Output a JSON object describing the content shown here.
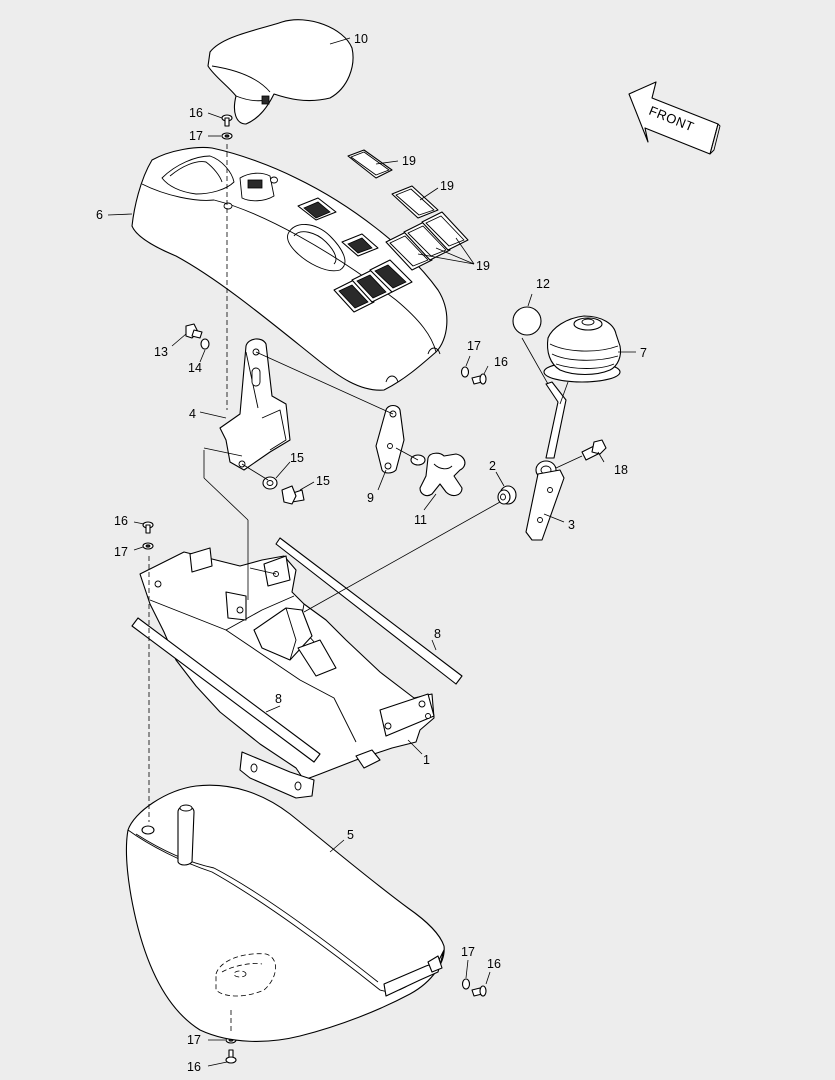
{
  "front_arrow": {
    "label": "FRONT"
  },
  "callouts": [
    {
      "id": "c10",
      "label": "10"
    },
    {
      "id": "c16a",
      "label": "16"
    },
    {
      "id": "c17a",
      "label": "17"
    },
    {
      "id": "c6",
      "label": "6"
    },
    {
      "id": "c19a",
      "label": "19"
    },
    {
      "id": "c19b",
      "label": "19"
    },
    {
      "id": "c19c",
      "label": "19"
    },
    {
      "id": "c12",
      "label": "12"
    },
    {
      "id": "c7",
      "label": "7"
    },
    {
      "id": "c13",
      "label": "13"
    },
    {
      "id": "c14",
      "label": "14"
    },
    {
      "id": "c17b",
      "label": "17"
    },
    {
      "id": "c16b",
      "label": "16"
    },
    {
      "id": "c4",
      "label": "4"
    },
    {
      "id": "c15a",
      "label": "15"
    },
    {
      "id": "c18",
      "label": "18"
    },
    {
      "id": "c15b",
      "label": "15"
    },
    {
      "id": "c9",
      "label": "9"
    },
    {
      "id": "c11",
      "label": "11"
    },
    {
      "id": "c2",
      "label": "2"
    },
    {
      "id": "c3",
      "label": "3"
    },
    {
      "id": "c16c",
      "label": "16"
    },
    {
      "id": "c17c",
      "label": "17"
    },
    {
      "id": "c8a",
      "label": "8"
    },
    {
      "id": "c8b",
      "label": "8"
    },
    {
      "id": "c1",
      "label": "1"
    },
    {
      "id": "c5",
      "label": "5"
    },
    {
      "id": "c17d",
      "label": "17"
    },
    {
      "id": "c16d",
      "label": "16"
    },
    {
      "id": "c17e",
      "label": "17"
    },
    {
      "id": "c16e",
      "label": "16"
    }
  ]
}
